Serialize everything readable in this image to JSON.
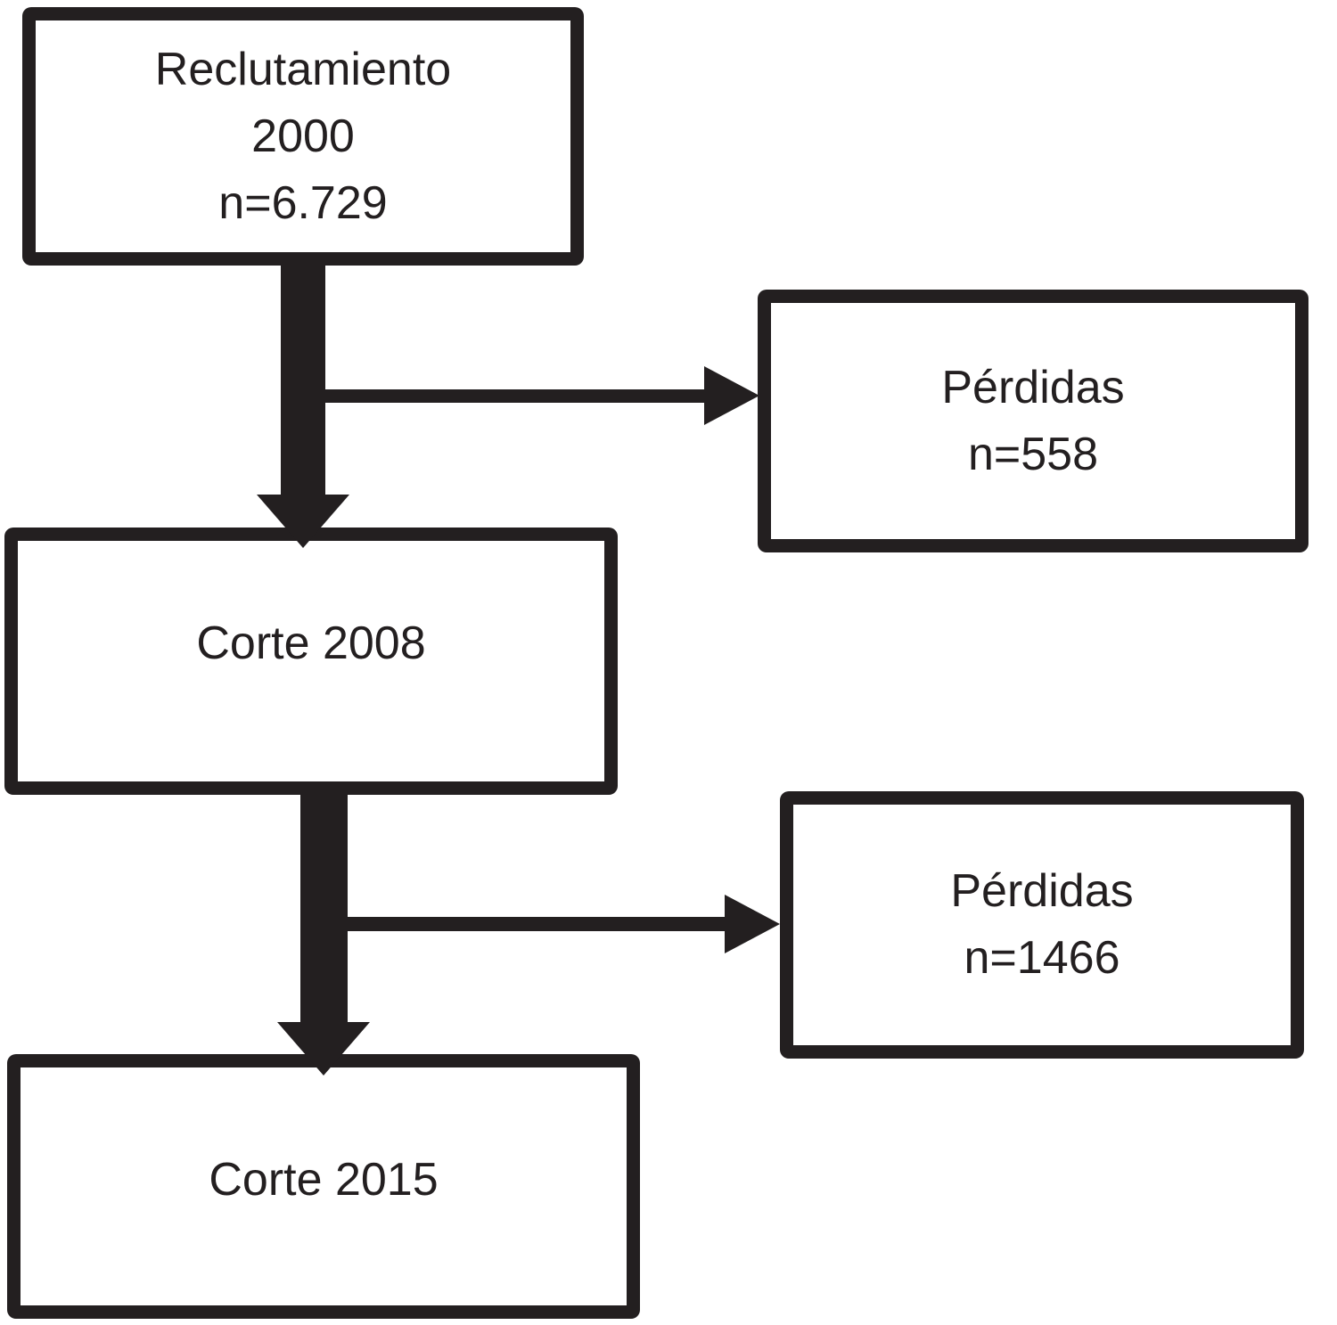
{
  "diagram": {
    "type": "flowchart",
    "ink_color": "#231f20",
    "background_color": "#ffffff",
    "nodes": {
      "recruitment": {
        "lines": [
          "Reclutamiento",
          "2000",
          "n=6.729"
        ]
      },
      "perdidas_2008": {
        "lines": [
          "Pérdidas",
          "n=558"
        ]
      },
      "corte_2008": {
        "lines": [
          "Corte 2008"
        ]
      },
      "perdidas_2015": {
        "lines": [
          "Pérdidas",
          "n=1466"
        ]
      },
      "corte_2015": {
        "lines": [
          "Corte 2015"
        ]
      }
    },
    "edges": [
      {
        "from": "recruitment",
        "to": "corte_2008",
        "style": "thick-down-arrow"
      },
      {
        "from": "recruitment",
        "to": "perdidas_2008",
        "style": "thin-right-arrow"
      },
      {
        "from": "corte_2008",
        "to": "corte_2015",
        "style": "thick-down-arrow"
      },
      {
        "from": "corte_2008",
        "to": "perdidas_2015",
        "style": "thin-right-arrow"
      }
    ]
  }
}
